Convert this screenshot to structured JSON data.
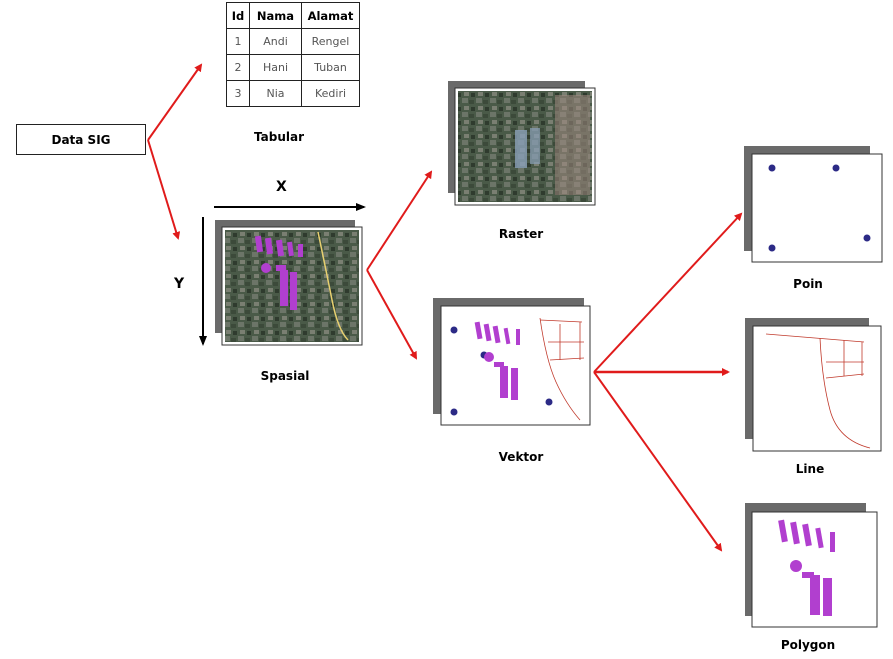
{
  "root": {
    "label": "Data SIG"
  },
  "tabular": {
    "caption": "Tabular",
    "headers": [
      "Id",
      "Nama",
      "Alamat"
    ],
    "rows": [
      [
        "1",
        "Andi",
        "Rengel"
      ],
      [
        "2",
        "Hani",
        "Tuban"
      ],
      [
        "3",
        "Nia",
        "Kediri"
      ]
    ]
  },
  "spasial": {
    "caption": "Spasial",
    "x_axis": "X",
    "y_axis": "Y"
  },
  "raster": {
    "caption": "Raster"
  },
  "vektor": {
    "caption": "Vektor"
  },
  "poin": {
    "caption": "Poin"
  },
  "line": {
    "caption": "Line"
  },
  "polygon": {
    "caption": "Polygon"
  },
  "colors": {
    "arrow": "#e01b1b",
    "shadow": "#6a6a6a",
    "point": "#2c2a86",
    "polygon": "#b13fcf",
    "road": "#c0392b",
    "axis": "#000000"
  },
  "icons": [
    "satellite-image",
    "vector-points",
    "vector-lines",
    "vector-polygons"
  ]
}
